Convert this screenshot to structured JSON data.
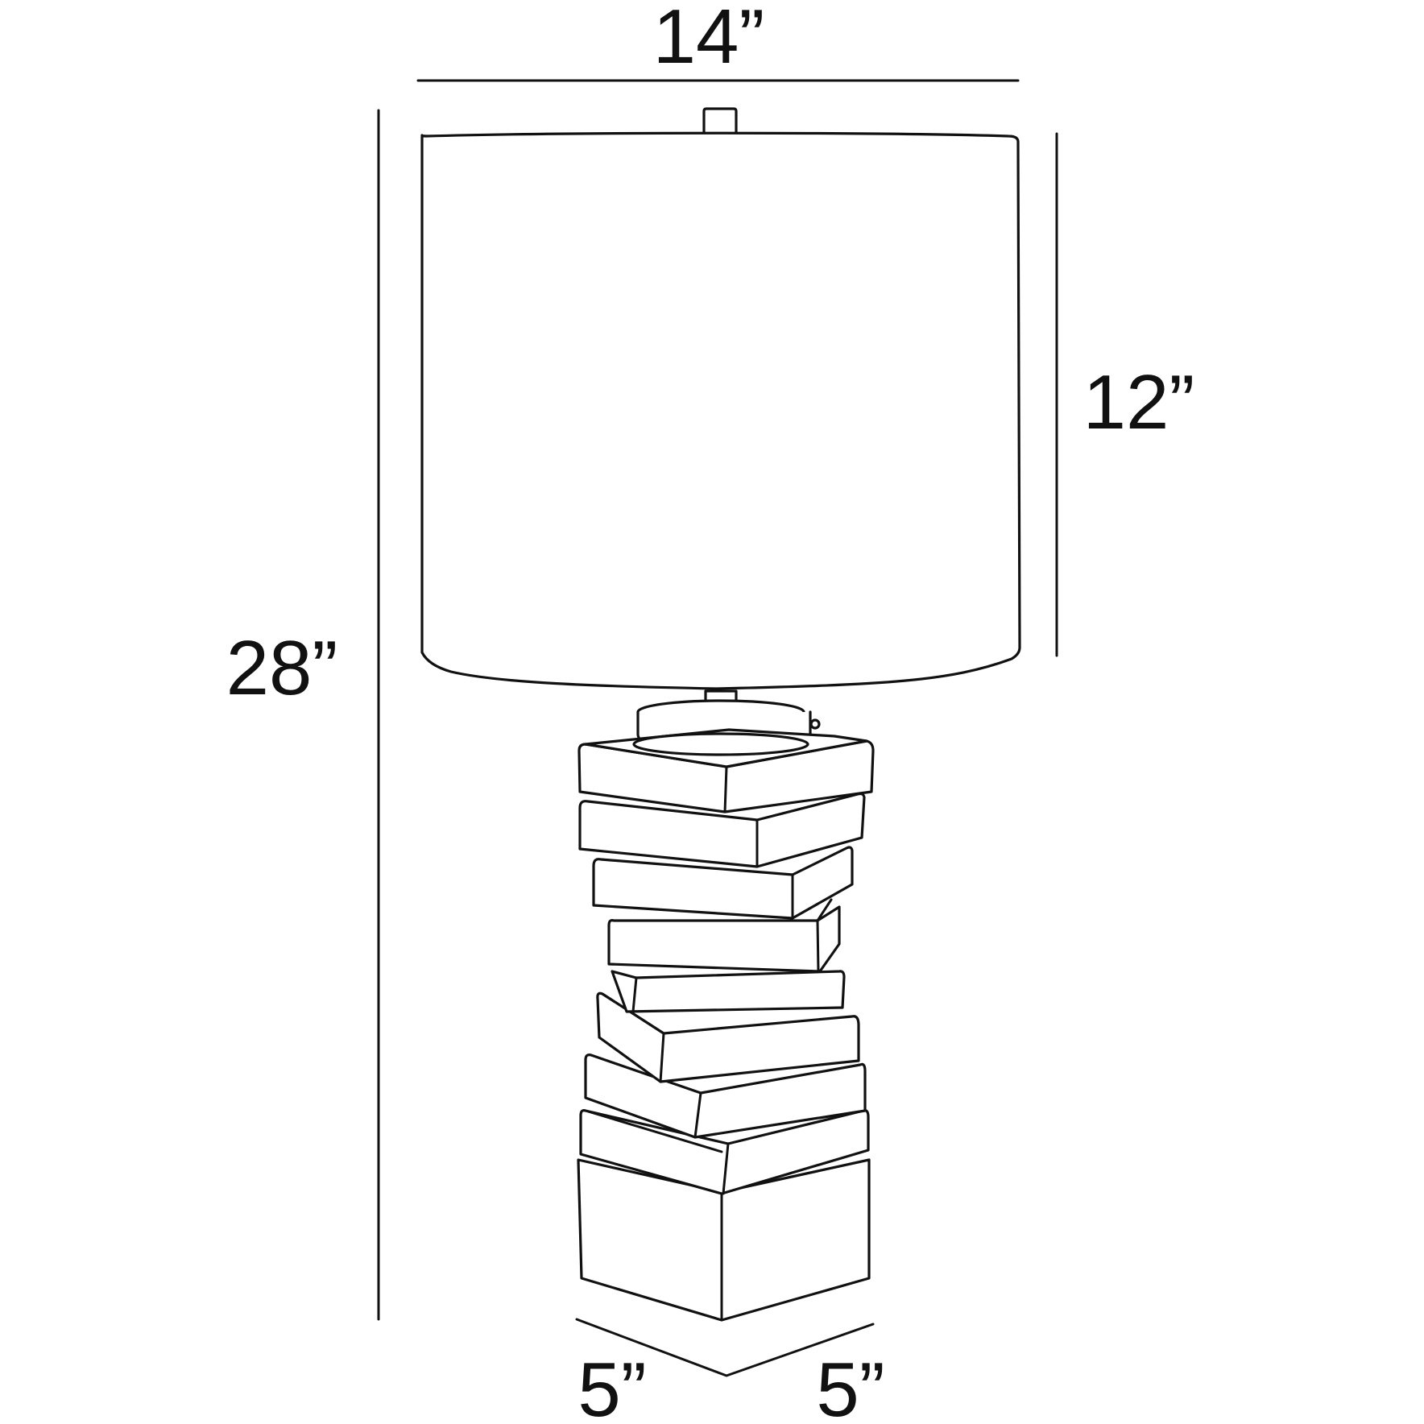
{
  "diagram": {
    "dimensions": {
      "shade_width": "14”",
      "shade_height": "12”",
      "overall_height": "28”",
      "base_depth_left": "5”",
      "base_depth_right": "5”"
    },
    "colors": {
      "line": "#111111",
      "background": "#ffffff"
    }
  }
}
